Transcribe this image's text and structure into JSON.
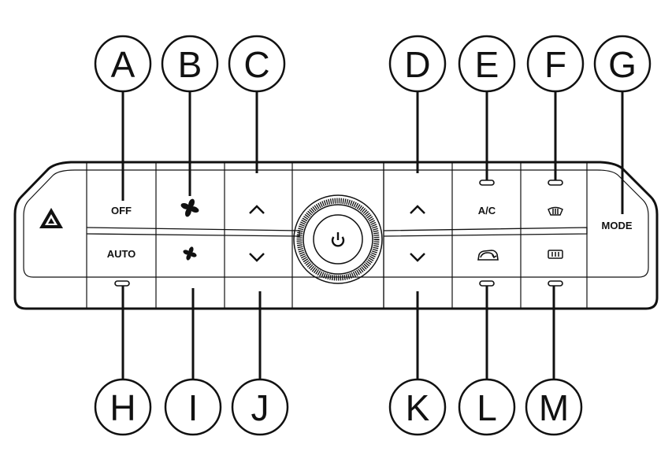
{
  "callouts": {
    "a": "A",
    "b": "B",
    "c": "C",
    "d": "D",
    "e": "E",
    "f": "F",
    "g": "G",
    "h": "H",
    "i": "I",
    "j": "J",
    "k": "K",
    "l": "L",
    "m": "M"
  },
  "buttons": {
    "off_label": "OFF",
    "auto_label": "AUTO",
    "ac_label": "A/C",
    "mode_label": "MODE"
  },
  "icons": {
    "hazard": "hazard-warning-icon",
    "fan_up": "fan-large-icon",
    "fan_down": "fan-small-icon",
    "temp_left_up": "chevron-up-icon",
    "temp_left_down": "chevron-down-icon",
    "temp_right_up": "chevron-up-icon",
    "temp_right_down": "chevron-down-icon",
    "power": "power-icon",
    "front_defrost": "front-defrost-icon",
    "rear_defrost": "rear-defrost-icon",
    "recirculation": "recirculation-icon"
  },
  "colors": {
    "line": "#111111",
    "background": "#ffffff"
  }
}
